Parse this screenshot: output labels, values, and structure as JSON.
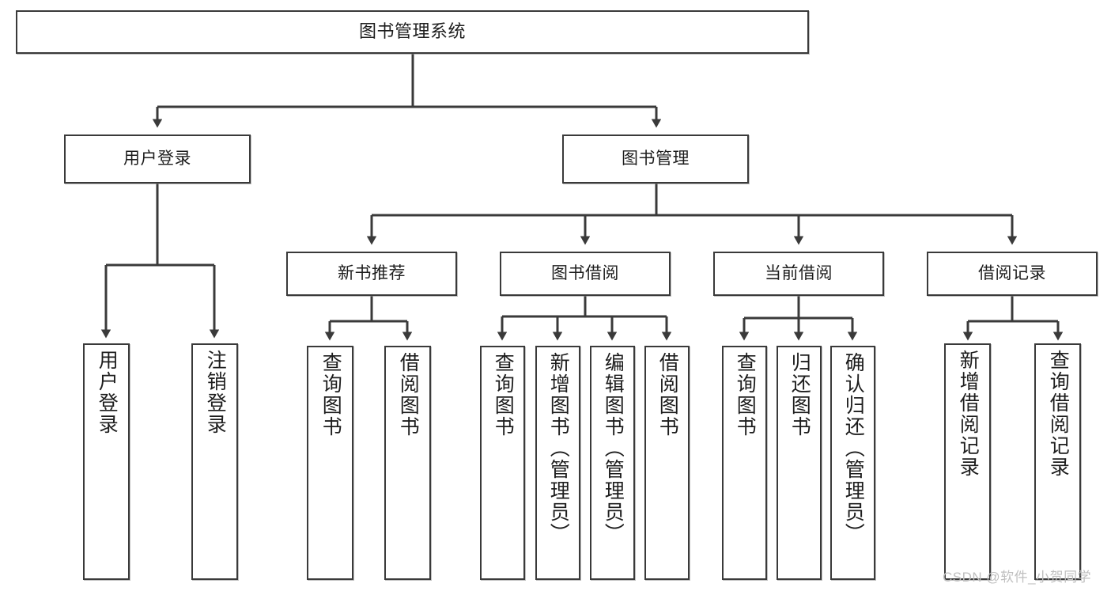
{
  "diagram": {
    "title": "图书管理系统",
    "type": "tree-hierarchy",
    "colors": {
      "box_border": "#3a3a3a",
      "box_fill": "#ffffff",
      "connector": "#3a3a3a",
      "watermark": "#bfbfbf",
      "background": "#ffffff"
    },
    "nodes": {
      "root": "图书管理系统",
      "level2": {
        "user_login": "用户登录",
        "book_manage": "图书管理"
      },
      "level3": {
        "new_book_recommend": "新书推荐",
        "book_borrow": "图书借阅",
        "current_borrow": "当前借阅",
        "borrow_record": "借阅记录"
      },
      "leaves": {
        "user_login": [
          "用户登录",
          "注销登录"
        ],
        "new_book_recommend": [
          "查询图书",
          "借阅图书"
        ],
        "book_borrow": [
          "查询图书",
          "新增图书（管理员）",
          "编辑图书（管理员）",
          "借阅图书"
        ],
        "current_borrow": [
          "查询图书",
          "归还图书",
          "确认归还（管理员）"
        ],
        "borrow_record": [
          "新增借阅记录",
          "查询借阅记录"
        ]
      }
    },
    "edges": [
      {
        "from": "图书管理系统",
        "to": "用户登录"
      },
      {
        "from": "图书管理系统",
        "to": "图书管理"
      },
      {
        "from": "图书管理",
        "to": "新书推荐"
      },
      {
        "from": "图书管理",
        "to": "图书借阅"
      },
      {
        "from": "图书管理",
        "to": "当前借阅"
      },
      {
        "from": "图书管理",
        "to": "借阅记录"
      },
      {
        "from": "用户登录",
        "to": "用户登录"
      },
      {
        "from": "用户登录",
        "to": "注销登录"
      },
      {
        "from": "新书推荐",
        "to": "查询图书"
      },
      {
        "from": "新书推荐",
        "to": "借阅图书"
      },
      {
        "from": "图书借阅",
        "to": "查询图书"
      },
      {
        "from": "图书借阅",
        "to": "新增图书（管理员）"
      },
      {
        "from": "图书借阅",
        "to": "编辑图书（管理员）"
      },
      {
        "from": "图书借阅",
        "to": "借阅图书"
      },
      {
        "from": "当前借阅",
        "to": "查询图书"
      },
      {
        "from": "当前借阅",
        "to": "归还图书"
      },
      {
        "from": "当前借阅",
        "to": "确认归还（管理员）"
      },
      {
        "from": "借阅记录",
        "to": "新增借阅记录"
      },
      {
        "from": "借阅记录",
        "to": "查询借阅记录"
      }
    ]
  },
  "watermark": "CSDN @软件_小贺同学"
}
